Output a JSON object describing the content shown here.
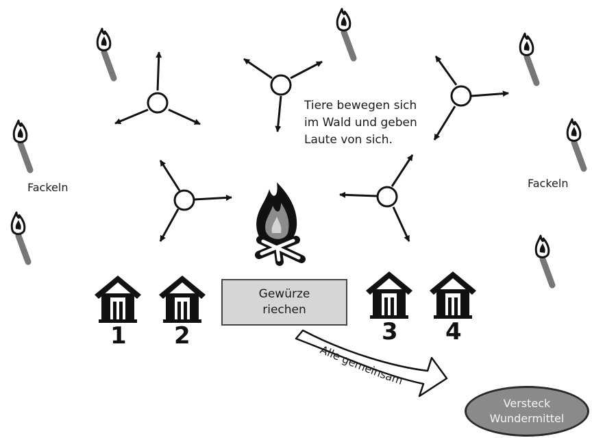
{
  "labels": {
    "torches_left": "Fackeln",
    "torches_right": "Fackeln",
    "animals_note": [
      "Tiere bewegen sich",
      "im Wald und geben",
      "Laute von sich."
    ],
    "spices": [
      "Gewürze",
      "riechen"
    ],
    "all_together": "Alle gemeinsam",
    "hideout": [
      "Versteck",
      "Wundermittel"
    ]
  },
  "houses": [
    "1",
    "2",
    "3",
    "4"
  ],
  "colors": {
    "spice_box": "#d6d6d6",
    "hideout_fill": "#8a8a8a",
    "ink": "#111111",
    "torch_handle": "#777777"
  },
  "icons": [
    "torch-icon",
    "animal-node-icon",
    "campfire-icon",
    "house-icon",
    "curved-arrow-icon"
  ]
}
